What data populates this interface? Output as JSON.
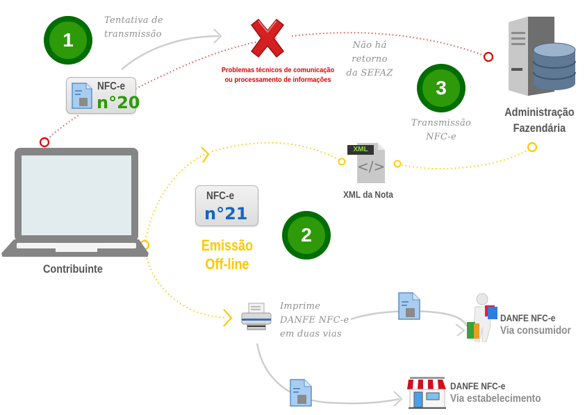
{
  "colors": {
    "step_outer": "#006d00",
    "step_inner": "#2e9a0a",
    "error_red": "#e00000",
    "offline_yellow": "#ffc800",
    "nfc20_green": "#2e9a0a",
    "nfc21_blue": "#1565c0",
    "connector_grey": "#cfcfcf"
  },
  "steps": [
    {
      "number": "1",
      "caption": [
        "Tentativa de",
        "transmissão"
      ]
    },
    {
      "number": "2"
    },
    {
      "number": "3",
      "caption": [
        "Transmissão",
        "NFC-e"
      ]
    }
  ],
  "nfc_cards": [
    {
      "type": "NFC-e",
      "number": "n°20"
    },
    {
      "type": "NFC-e",
      "number": "n°21"
    }
  ],
  "error": {
    "icon": "red-x-icon",
    "text": [
      "Problemas técnicos de comunicação",
      "ou processamento de informações"
    ]
  },
  "no_return": [
    "Não há retorno",
    "da SEFAZ"
  ],
  "server": {
    "icon": "server-database-icon",
    "label": [
      "Administração",
      "Fazendária"
    ]
  },
  "laptop": {
    "icon": "laptop-icon",
    "label": "Contribuinte"
  },
  "xml": {
    "badge": "XML",
    "glyph": "</>",
    "label": "XML da Nota"
  },
  "offline": [
    "Emissão",
    "Off-line"
  ],
  "print": {
    "icon": "printer-icon",
    "caption": [
      "Imprime",
      "DANFE NFC-e",
      "em duas vias"
    ]
  },
  "consumer": {
    "icon": "shopper-icon",
    "title": "DANFE NFC-e",
    "subtitle": "Via consumidor"
  },
  "store": {
    "icon": "store-icon",
    "title": "DANFE NFC-e",
    "subtitle": "Via estabelecimento"
  }
}
